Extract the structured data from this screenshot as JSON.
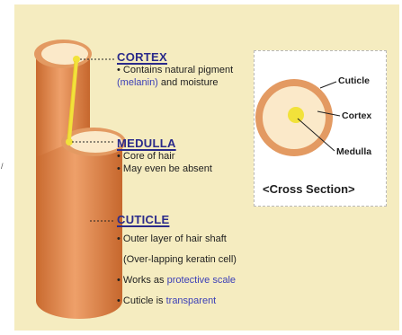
{
  "left_mark": "/",
  "cortex": {
    "title": "CORTEX",
    "line1": "• Contains natural pigment",
    "line2_hl": "(melanin)",
    "line2_rest": " and moisture"
  },
  "medulla": {
    "title": "MEDULLA",
    "line1": "• Core of hair",
    "line2": "• May even be absent"
  },
  "cuticle": {
    "title": "CUTICLE",
    "line1": "• Outer layer of hair shaft",
    "line2": "(Over-lapping keratin cell)",
    "line3_pre": "• Works as ",
    "line3_hl": "protective scale",
    "line4_pre": "• Cuticle is ",
    "line4_hl": "transparent"
  },
  "cross_section": {
    "cuticle_label": "Cuticle",
    "cortex_label": "Cortex",
    "medulla_label": "Medulla",
    "title": "<Cross Section>"
  },
  "colors": {
    "panel": "#f5ecc0",
    "cuticle": "#e39a62",
    "cortex": "#fbe9c9",
    "medulla": "#f2e23a",
    "title": "#2a2a8a",
    "highlight": "#3b3fb7"
  }
}
